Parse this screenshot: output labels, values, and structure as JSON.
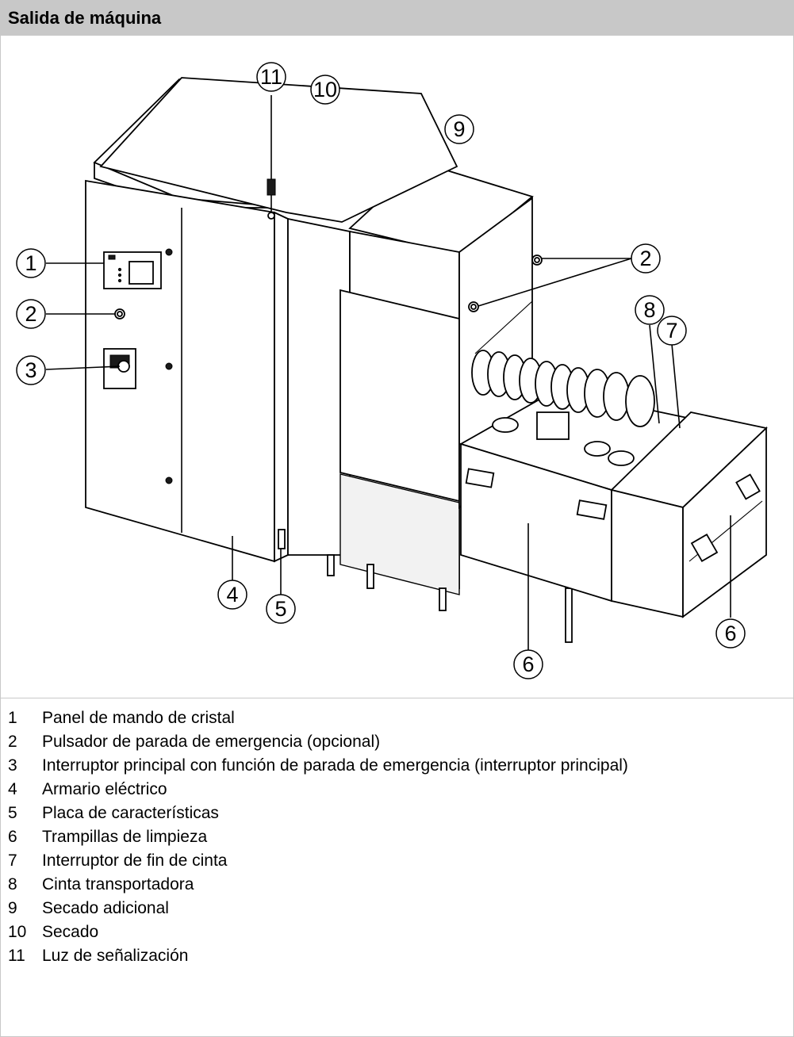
{
  "header": {
    "title": "Salida de máquina"
  },
  "figure": {
    "callouts": [
      {
        "number": "11"
      },
      {
        "number": "10"
      },
      {
        "number": "9"
      },
      {
        "number": "1"
      },
      {
        "number": "2"
      },
      {
        "number": "3"
      },
      {
        "number": "2"
      },
      {
        "number": "8"
      },
      {
        "number": "7"
      },
      {
        "number": "4"
      },
      {
        "number": "5"
      },
      {
        "number": "6"
      },
      {
        "number": "6"
      }
    ]
  },
  "legend": {
    "items": [
      {
        "number": "1",
        "label": "Panel de mando de cristal"
      },
      {
        "number": "2",
        "label": "Pulsador de parada de emergencia (opcional)"
      },
      {
        "number": "3",
        "label": "Interruptor principal con función de parada de emergencia (interruptor principal)"
      },
      {
        "number": "4",
        "label": "Armario eléctrico"
      },
      {
        "number": "5",
        "label": "Placa de características"
      },
      {
        "number": "6",
        "label": "Trampillas de limpieza"
      },
      {
        "number": "7",
        "label": "Interruptor de fin de cinta"
      },
      {
        "number": "8",
        "label": "Cinta transportadora"
      },
      {
        "number": "9",
        "label": "Secado adicional"
      },
      {
        "number": "10",
        "label": "Secado"
      },
      {
        "number": "11",
        "label": "Luz de señalización"
      }
    ]
  }
}
